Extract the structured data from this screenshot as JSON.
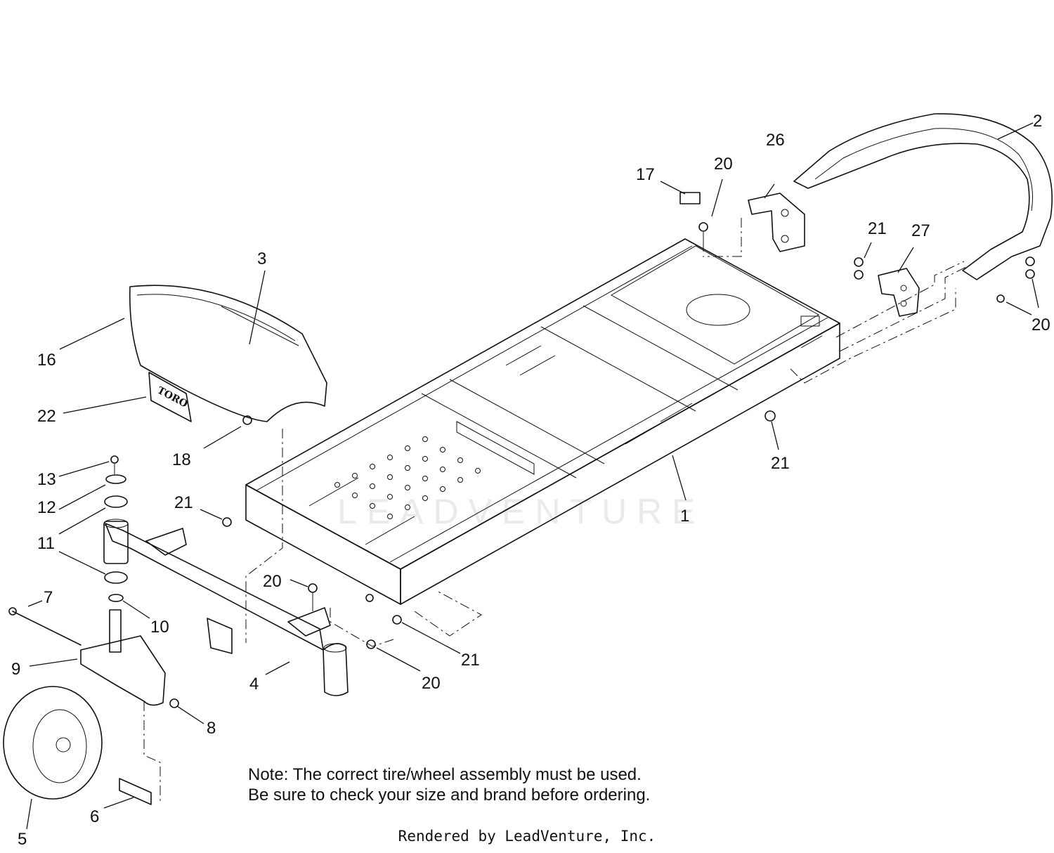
{
  "watermark": "LEADVENTURE",
  "decal_text": "TORO",
  "callouts": [
    {
      "id": "c-1",
      "label": "1"
    },
    {
      "id": "c-2",
      "label": "2"
    },
    {
      "id": "c-3",
      "label": "3"
    },
    {
      "id": "c-4",
      "label": "4"
    },
    {
      "id": "c-5",
      "label": "5"
    },
    {
      "id": "c-6",
      "label": "6"
    },
    {
      "id": "c-7",
      "label": "7"
    },
    {
      "id": "c-8",
      "label": "8"
    },
    {
      "id": "c-9",
      "label": "9"
    },
    {
      "id": "c-10",
      "label": "10"
    },
    {
      "id": "c-11",
      "label": "11"
    },
    {
      "id": "c-12",
      "label": "12"
    },
    {
      "id": "c-13",
      "label": "13"
    },
    {
      "id": "c-16",
      "label": "16"
    },
    {
      "id": "c-17",
      "label": "17"
    },
    {
      "id": "c-18",
      "label": "18"
    },
    {
      "id": "c-20a",
      "label": "20"
    },
    {
      "id": "c-20b",
      "label": "20"
    },
    {
      "id": "c-20c",
      "label": "20"
    },
    {
      "id": "c-20d",
      "label": "20"
    },
    {
      "id": "c-21a",
      "label": "21"
    },
    {
      "id": "c-21b",
      "label": "21"
    },
    {
      "id": "c-21c",
      "label": "21"
    },
    {
      "id": "c-21d",
      "label": "21"
    },
    {
      "id": "c-22",
      "label": "22"
    },
    {
      "id": "c-26",
      "label": "26"
    },
    {
      "id": "c-27",
      "label": "27"
    }
  ],
  "note": {
    "line1": "Note: The correct tire/wheel assembly must be used.",
    "line2": "Be sure to check your size and brand before ordering."
  },
  "footer": "Rendered by LeadVenture, Inc."
}
